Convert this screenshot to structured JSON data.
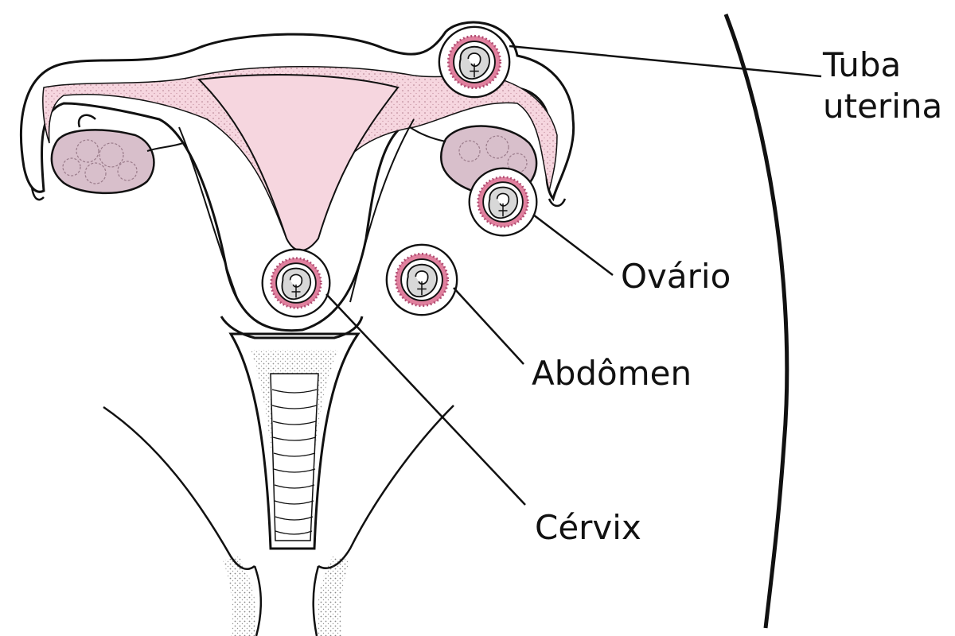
{
  "labels": {
    "fallopian_tube": [
      "Tuba",
      "uterina"
    ],
    "ovary": "Ovário",
    "abdomen": "Abdômen",
    "cervix": "Cérvix"
  },
  "colors": {
    "outline": "#111111",
    "pink": "#f6d6df",
    "pink_dark": "#e0809e",
    "ovary_fill": "#d8bfcb",
    "embryo": "#d8d8d8"
  },
  "icons": [
    "uterus-illustration",
    "embryo-icon",
    "ovary-icon"
  ]
}
